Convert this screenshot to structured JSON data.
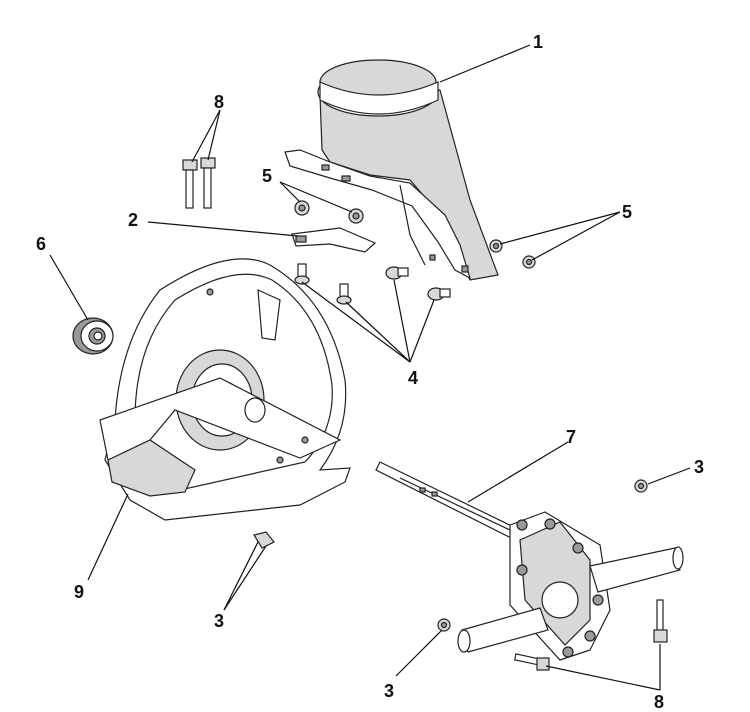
{
  "callouts": {
    "c1": "1",
    "c2": "2",
    "c3a": "3",
    "c3b": "3",
    "c3c": "3",
    "c4": "4",
    "c5a": "5",
    "c5b": "5",
    "c6": "6",
    "c7": "7",
    "c8a": "8",
    "c8b": "8",
    "c9": "9"
  }
}
